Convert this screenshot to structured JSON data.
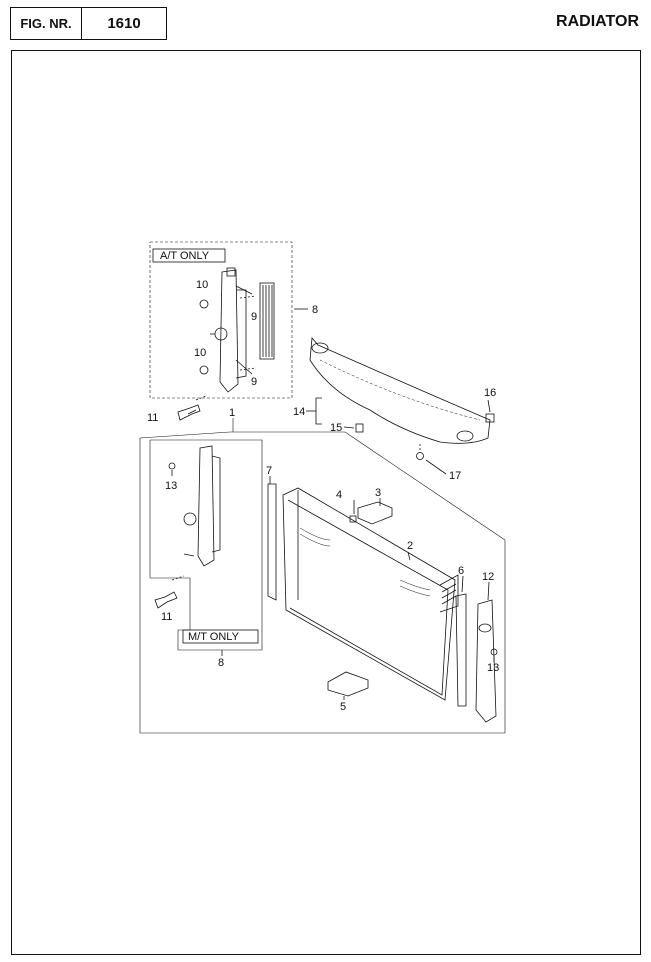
{
  "header": {
    "fig_label": "FIG. NR.",
    "fig_number": "1610",
    "title": "RADIATOR"
  },
  "diagram": {
    "box_labels": {
      "at_only": "A/T ONLY",
      "mt_only": "M/T ONLY"
    },
    "callouts": {
      "c1": "1",
      "c2": "2",
      "c3": "3",
      "c4": "4",
      "c5": "5",
      "c6": "6",
      "c7": "7",
      "c8_top": "8",
      "c8_bottom": "8",
      "c9_top": "9",
      "c9_bottom": "9",
      "c10_top": "10",
      "c10_bottom": "10",
      "c11_top": "11",
      "c11_bottom": "11",
      "c12": "12",
      "c13_left": "13",
      "c13_right": "13",
      "c14": "14",
      "c15": "15",
      "c16": "16",
      "c17": "17"
    }
  }
}
